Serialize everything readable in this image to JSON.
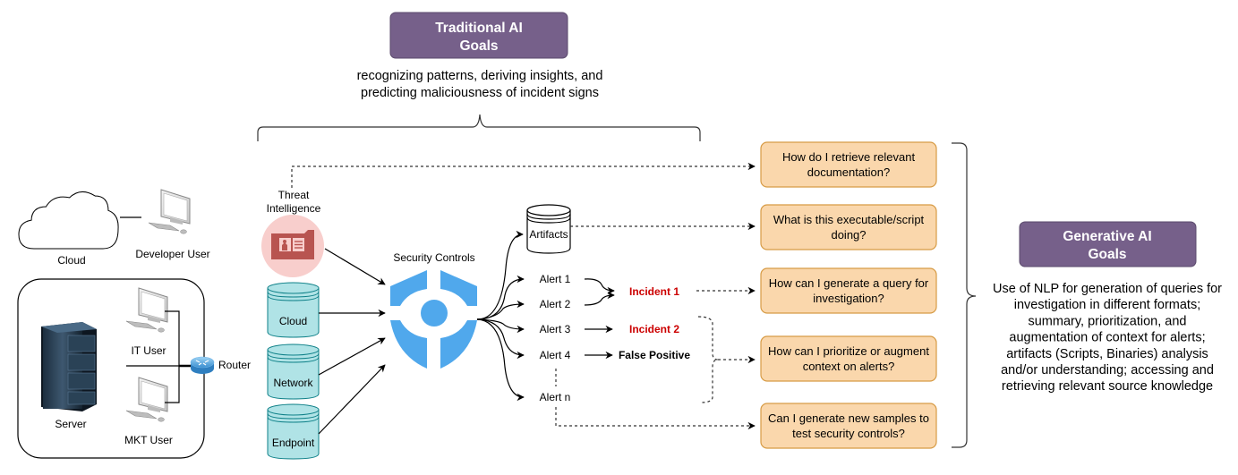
{
  "traditional_ai": {
    "title_line1": "Traditional AI",
    "title_line2": "Goals",
    "desc_line1": "recognizing patterns, deriving insights, and",
    "desc_line2": "predicting maliciousness of incident signs"
  },
  "generative_ai": {
    "title_line1": "Generative AI",
    "title_line2": "Goals",
    "desc_lines": [
      "Use of NLP for generation of queries for",
      "investigation in different formats;",
      "summary, prioritization, and",
      "augmentation of context for alerts;",
      "artifacts (Scripts, Binaries) analysis",
      "and/or understanding; accessing and",
      "retrieving relevant source knowledge"
    ]
  },
  "network": {
    "cloud_label": "Cloud",
    "developer_user_label": "Developer User",
    "server_label": "Server",
    "it_user_label": "IT User",
    "mkt_user_label": "MKT User",
    "router_label": "Router"
  },
  "sources": {
    "threat_intel_line1": "Threat",
    "threat_intel_line2": "Intelligence",
    "databases": [
      "Cloud",
      "Network",
      "Endpoint"
    ]
  },
  "security_controls_label": "Security Controls",
  "outputs": {
    "artifacts_label": "Artifacts",
    "alerts": [
      "Alert 1",
      "Alert 2",
      "Alert 3",
      "Alert 4",
      "Alert n"
    ],
    "incident_1": "Incident 1",
    "incident_2": "Incident 2",
    "false_positive": "False Positive"
  },
  "questions": [
    {
      "line1": "How do I retrieve relevant",
      "line2": "documentation?"
    },
    {
      "line1": "What is this executable/script",
      "line2": "doing?"
    },
    {
      "line1": "How can I generate a query for",
      "line2": "investigation?"
    },
    {
      "line1": "How can I prioritize or augment",
      "line2": "context on alerts?"
    },
    {
      "line1": "Can I generate new samples to",
      "line2": "test security controls?"
    }
  ],
  "colors": {
    "purple_box": "#76608a",
    "question_fill": "#fad7ac",
    "question_stroke": "#d79b45",
    "db_fill": "#b0e3e6",
    "db_stroke": "#0e8088",
    "shield_blue": "#50a8ec",
    "threat_circle": "#f8cecc",
    "threat_folder": "#b85450",
    "incident_red": "#cc0000"
  }
}
